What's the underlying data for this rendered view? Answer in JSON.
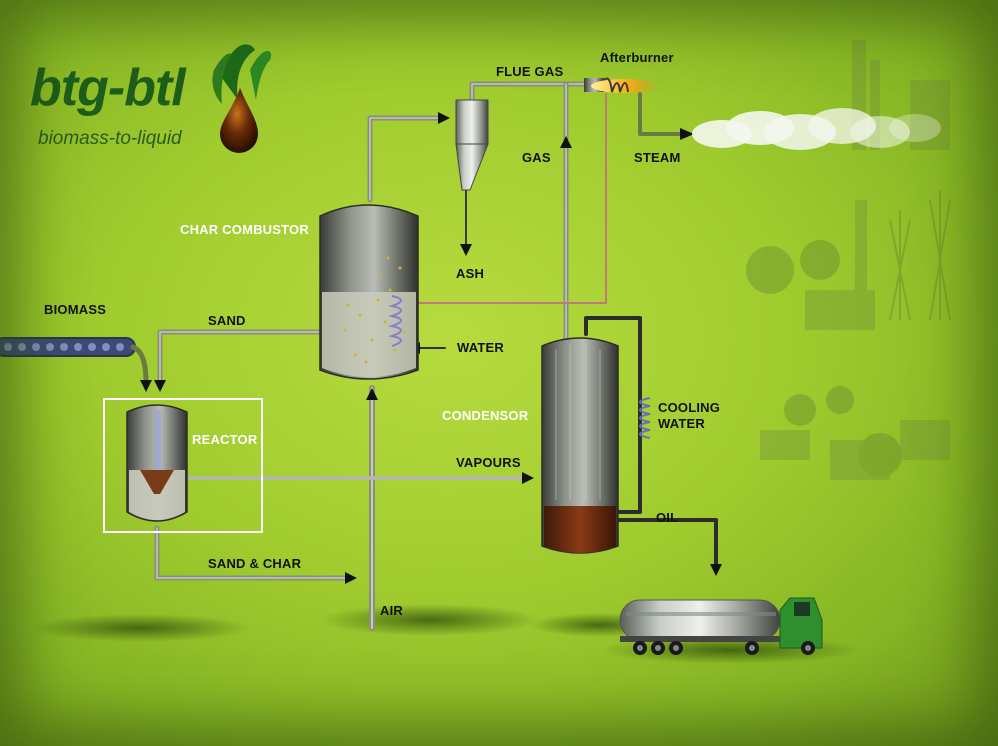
{
  "logo": {
    "title": "btg-btl",
    "subtitle": "biomass-to-liquid"
  },
  "labels": {
    "afterburner": "Afterburner",
    "flue_gas": "FLUE GAS",
    "gas": "GAS",
    "steam": "STEAM",
    "char_combustor": "CHAR COMBUSTOR",
    "ash": "ASH",
    "biomass": "BIOMASS",
    "sand": "SAND",
    "water": "WATER",
    "reactor": "REACTOR",
    "condensor": "CONDENSOR",
    "cooling_water": "COOLING\nWATER",
    "vapours": "VAPOURS",
    "oil": "OIL",
    "sand_char": "SAND & CHAR",
    "air": "AIR"
  },
  "colors": {
    "background": "#a8d236",
    "pipe": "#8a8f7c",
    "heat_line": "#c07a78",
    "coil": "#8b7cc9",
    "logo_green": "#1d5e1a",
    "oil": "#7a2f12",
    "truck_cab": "#2f8f2f"
  }
}
